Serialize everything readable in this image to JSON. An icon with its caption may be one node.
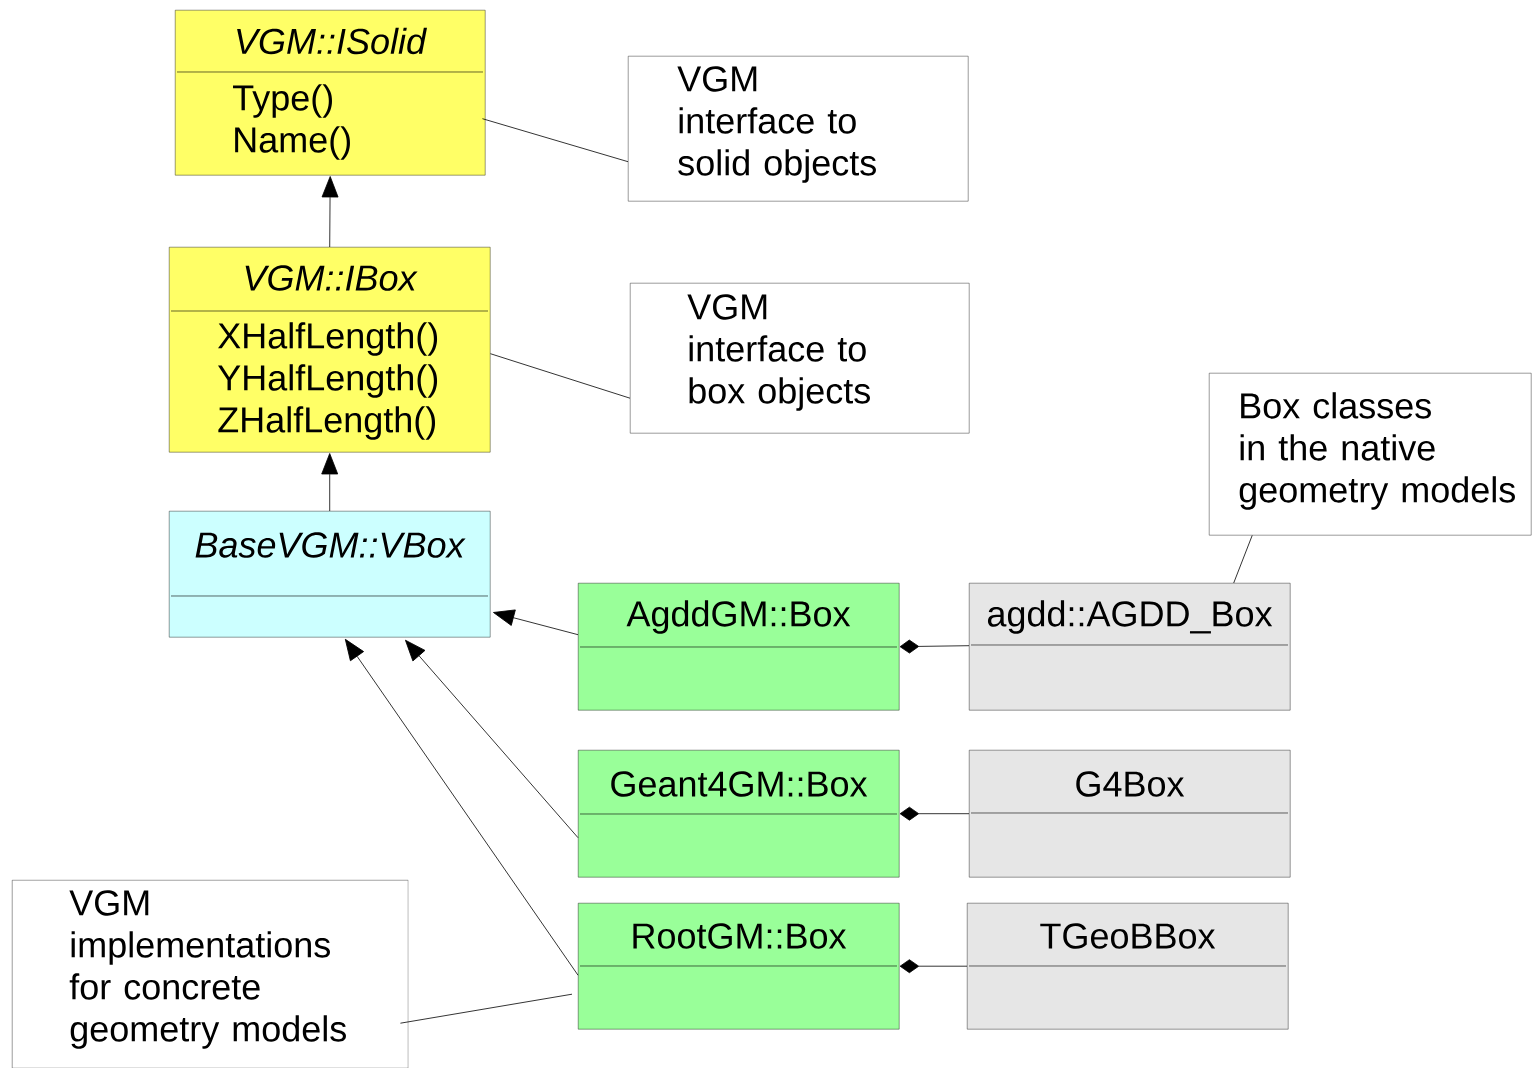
{
  "diagram": {
    "nodes": [
      {
        "text": [
          "VGM::ISolid",
          "Type()",
          "Name()"
        ]
      },
      {
        "text": [
          "VGM interface to solid objects"
        ]
      },
      {
        "text": [
          "VGM::IBox",
          "XHalfLength()",
          "YHalfLength()",
          "ZHalfLength()"
        ]
      },
      {
        "text": [
          "VGM interface to box objects"
        ]
      },
      {
        "text": [
          "Box classes in the native geometry models"
        ]
      },
      {
        "text": [
          "BaseVGM::VBox"
        ]
      },
      {
        "text": [
          "AgddGM::Box"
        ]
      },
      {
        "text": [
          "agdd::AGDD_Box"
        ]
      },
      {
        "text": [
          "Geant4GM::Box"
        ]
      },
      {
        "text": [
          "G4Box"
        ]
      },
      {
        "text": [
          "RootGM::Box"
        ]
      },
      {
        "text": [
          "TGeoBBox"
        ]
      },
      {
        "text": [
          "VGM implementations for concrete geometry models"
        ]
      }
    ],
    "edges": [
      {
        "from": 2,
        "to": 0,
        "arrow": "to"
      },
      {
        "from": 5,
        "to": 2,
        "arrow": "to"
      },
      {
        "from": 6,
        "to": 5,
        "arrow": "to"
      },
      {
        "from": 8,
        "to": 5,
        "arrow": "to"
      },
      {
        "from": 10,
        "to": 5,
        "arrow": "to"
      },
      {
        "from": 1,
        "to": 0,
        "arrow": "none"
      },
      {
        "from": 3,
        "to": 2,
        "arrow": "none"
      },
      {
        "from": 4,
        "to": 7,
        "arrow": "none"
      },
      {
        "from": 7,
        "to": 6,
        "arrow": "other"
      },
      {
        "from": 9,
        "to": 8,
        "arrow": "other"
      },
      {
        "from": 11,
        "to": 10,
        "arrow": "other"
      },
      {
        "from": 12,
        "to": 10,
        "arrow": "none"
      }
    ]
  }
}
